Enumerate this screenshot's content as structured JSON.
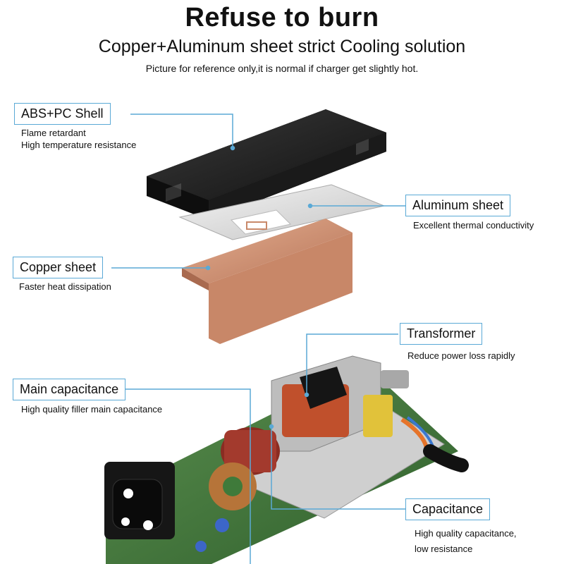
{
  "header": {
    "title": "Refuse to burn",
    "subtitle": "Copper+Aluminum sheet strict Cooling solution",
    "note": "Picture for reference only,it is normal if charger get slightly hot."
  },
  "callouts": {
    "shell": {
      "label": "ABS+PC Shell",
      "desc1": "Flame retardant",
      "desc2": "High temperature resistance"
    },
    "aluminum": {
      "label": "Aluminum sheet",
      "desc1": "Excellent thermal conductivity"
    },
    "copper": {
      "label": "Copper sheet",
      "desc1": "Faster heat dissipation"
    },
    "transformer": {
      "label": "Transformer",
      "desc1": "Reduce power loss rapidly"
    },
    "main_cap": {
      "label": "Main capacitance",
      "desc1": "High quality filler main capacitance"
    },
    "capacitance": {
      "label": "Capacitance",
      "desc1": "High quality capacitance,",
      "desc2": "low resistance"
    }
  },
  "colors": {
    "leader": "#5aa9d6",
    "shell": "#1c1c1c",
    "aluminum": "#d8d8d8",
    "copper": "#c9896a",
    "pcb": "#3f7a3a"
  }
}
